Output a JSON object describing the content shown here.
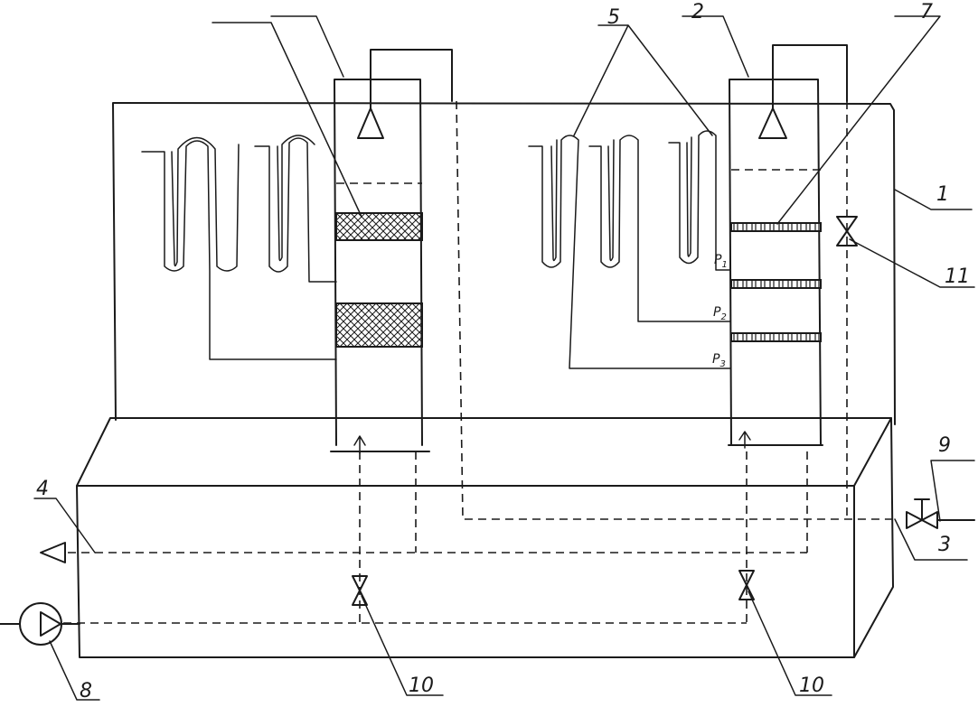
{
  "labels": {
    "l1": "1",
    "l2": "2",
    "l3": "3",
    "l4": "4",
    "l5": "5",
    "l7": "7",
    "l8": "8",
    "l9": "9",
    "l10a": "10",
    "l10b": "10",
    "l11": "11"
  },
  "pressure_points": [
    {
      "letter": "P",
      "sub": "1"
    },
    {
      "letter": "P",
      "sub": "2"
    },
    {
      "letter": "P",
      "sub": "3"
    }
  ],
  "colors": {
    "ink": "#1a1a1a",
    "background": "#ffffff"
  }
}
